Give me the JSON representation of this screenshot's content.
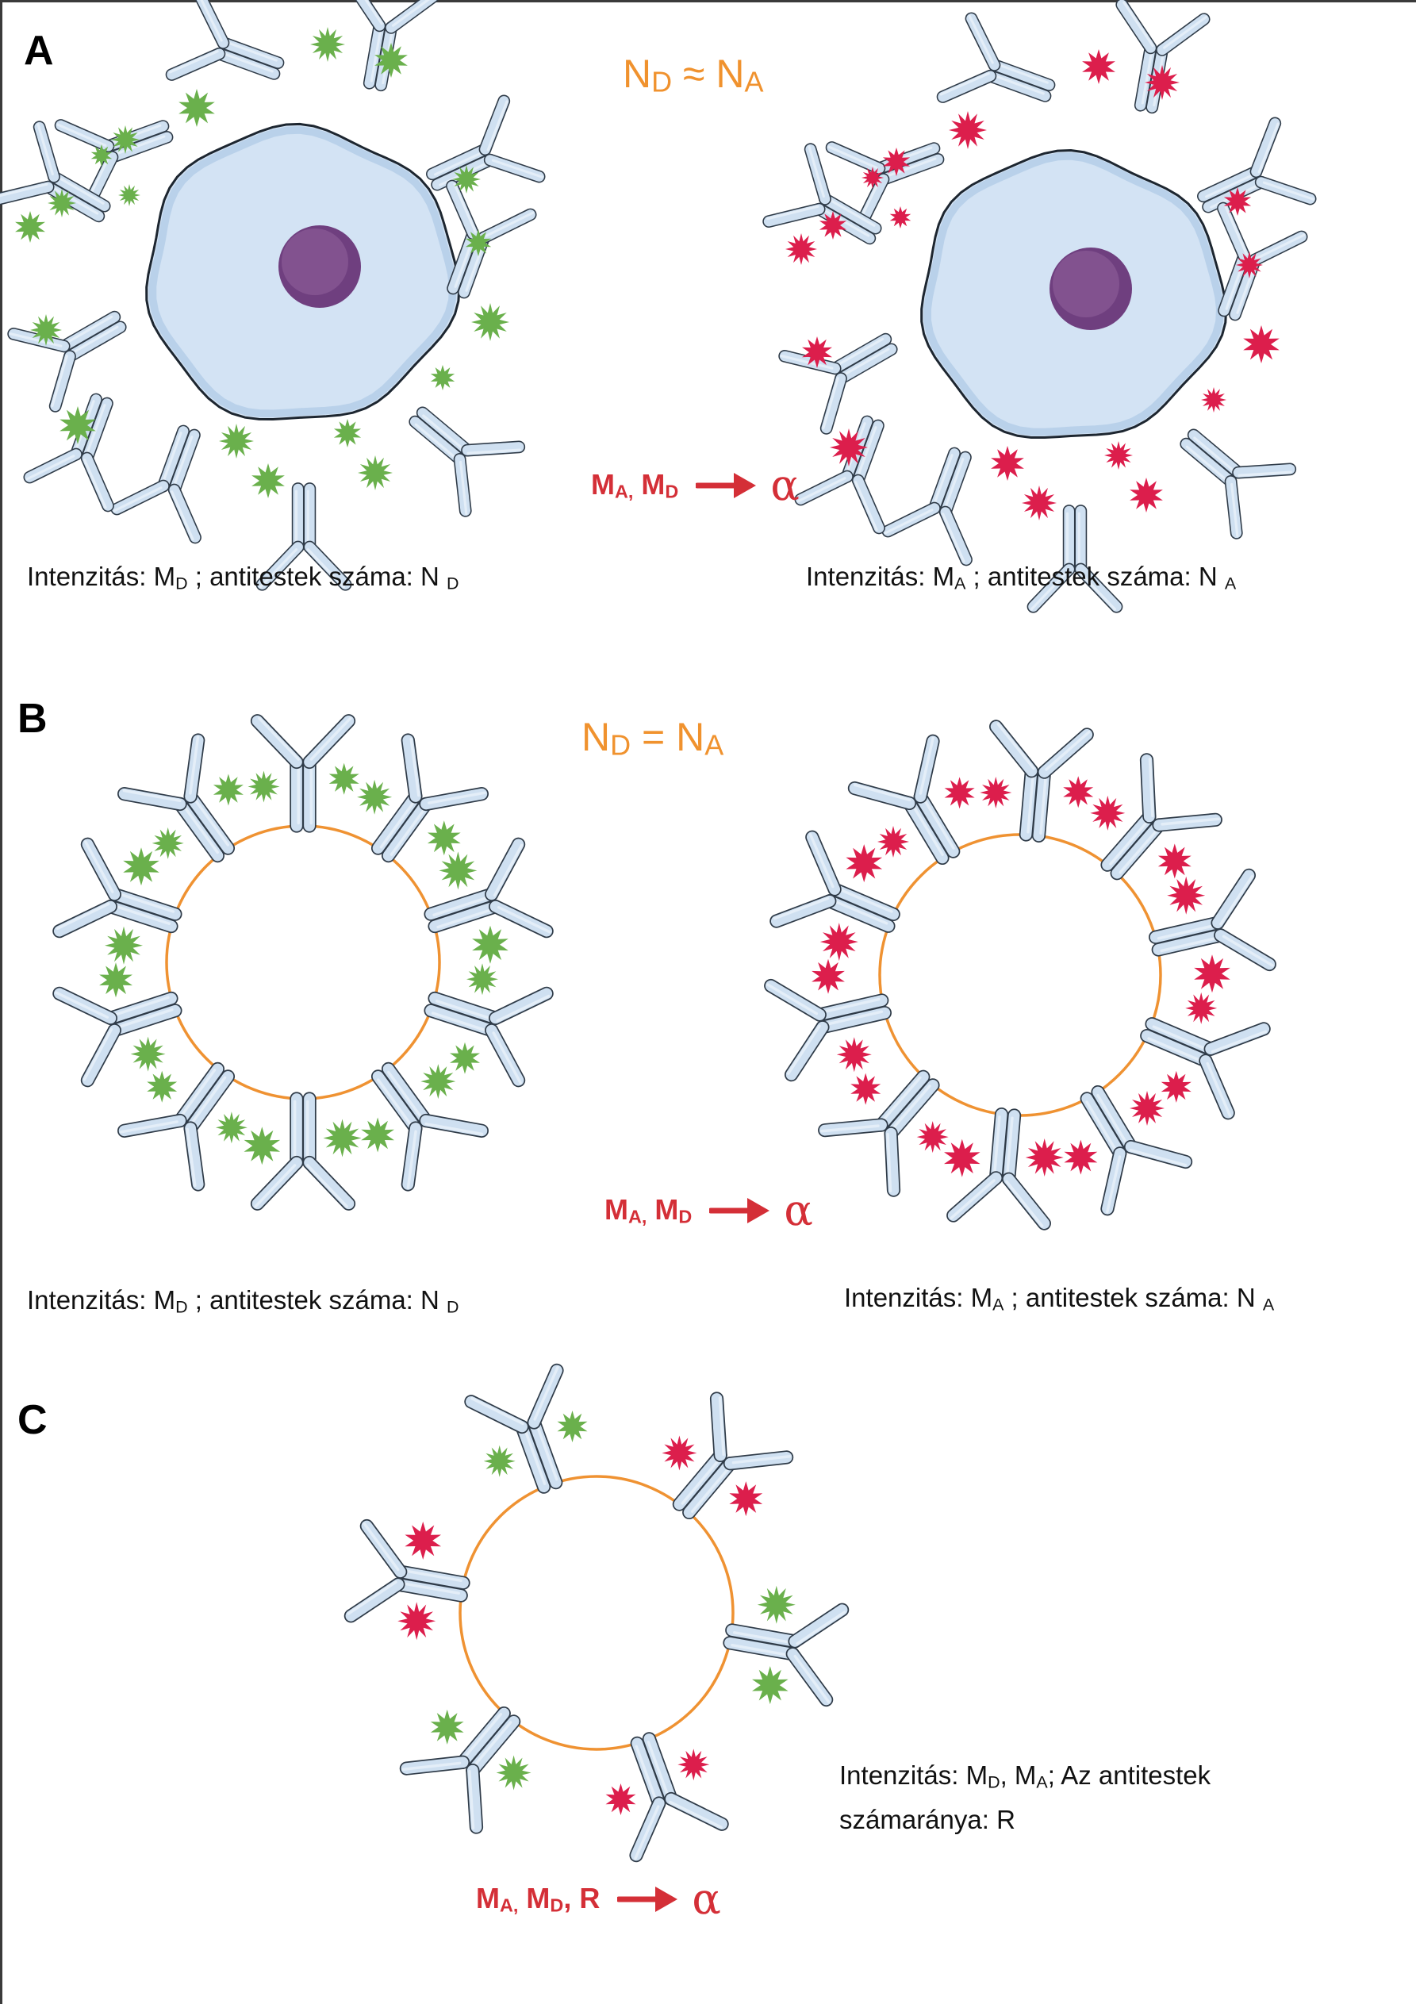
{
  "panels": [
    {
      "label": "A",
      "relation": {
        "left": "N",
        "left_sub": "D",
        "op": "≈",
        "right": "N",
        "right_sub": "A"
      },
      "formula": {
        "parts": [
          {
            "t": "M",
            "s": "A,"
          },
          {
            "t": " M",
            "s": "D"
          }
        ],
        "result": "α"
      },
      "captions": {
        "left": {
          "pre": "Intenzitás: M",
          "sub1": "D",
          "mid": " ; antitestek száma: N ",
          "sub2": "D"
        },
        "right": {
          "pre": "Intenzitás: M",
          "sub1": "A",
          "mid": " ; antitestek száma:  N ",
          "sub2": "A"
        }
      },
      "cells": [
        {
          "type": "cell-with-nucleus",
          "fluorophore": "green"
        },
        {
          "type": "cell-with-nucleus",
          "fluorophore": "red"
        }
      ]
    },
    {
      "label": "B",
      "relation": {
        "left": "N",
        "left_sub": "D",
        "op": "=",
        "right": "N",
        "right_sub": "A"
      },
      "formula": {
        "parts": [
          {
            "t": "M",
            "s": "A,"
          },
          {
            "t": " M",
            "s": "D"
          }
        ],
        "result": "α"
      },
      "captions": {
        "left": {
          "pre": "Intenzitás: M",
          "sub1": "D",
          "mid": " ; antitestek száma: N ",
          "sub2": "D"
        },
        "right": {
          "pre": "Intenzitás: M",
          "sub1": "A",
          "mid": " ; antitestek száma: N ",
          "sub2": "A"
        }
      },
      "cells": [
        {
          "type": "bead",
          "fluorophore": "green",
          "antibodies": 10
        },
        {
          "type": "bead",
          "fluorophore": "red",
          "antibodies": 10
        }
      ]
    },
    {
      "label": "C",
      "formula": {
        "parts": [
          {
            "t": "M",
            "s": "A,"
          },
          {
            "t": " M",
            "s": "D"
          },
          {
            "t": ",  R",
            "s": ""
          }
        ],
        "result": "α"
      },
      "caption": {
        "pre": "Intenzitás: M",
        "sub1": "D",
        "mid": ", M",
        "sub2": "A",
        "post": "; Az antitestek számaránya: R"
      },
      "cells": [
        {
          "type": "bead",
          "fluorophore": "mixed",
          "antibodies": 6
        }
      ]
    }
  ],
  "colors": {
    "donor_green": "#6ab04c",
    "acceptor_red": "#dc1e4c",
    "antibody_fill": "#cfe0f1",
    "antibody_stroke": "#2f3b48",
    "cell_fill": "#d3e3f4",
    "nucleus": "#7a4a8c",
    "membrane_orange": "#ef9232",
    "formula_red": "#d42f37",
    "relation_orange": "#f0922e"
  }
}
